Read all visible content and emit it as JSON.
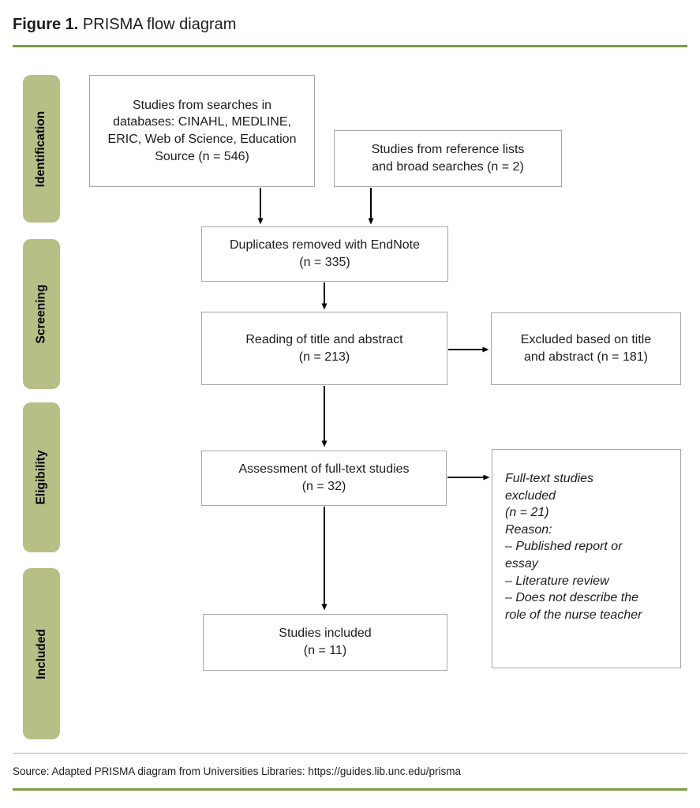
{
  "figure": {
    "caption_bold": "Figure 1.",
    "caption_rest": " PRISMA flow diagram"
  },
  "sidebar": {
    "stages": [
      {
        "label": "Identification"
      },
      {
        "label": "Screening"
      },
      {
        "label": "Eligibility"
      },
      {
        "label": "Included"
      }
    ]
  },
  "flow": {
    "boxes": {
      "searches": {
        "text": "Studies from searches in\ndatabases: CINAHL, MEDLINE,\nERIC, Web of Science, Education\nSource (n = 546)"
      },
      "reference": {
        "text": "Studies from reference lists\nand broad searches (n = 2)"
      },
      "duplicates": {
        "text": "Duplicates removed with EndNote\n(n = 335)"
      },
      "reading": {
        "text": "Reading of title and abstract\n(n = 213)"
      },
      "excluded_title": {
        "text": "Excluded based on title\nand abstract (n = 181)"
      },
      "assessment": {
        "text": "Assessment of full-text studies\n(n = 32)"
      },
      "fulltext_excluded": {
        "text": "Full-text studies\nexcluded\n(n = 21)\nReason:\n– Published report or\nessay\n– Literature review\n– Does not describe the\nrole of the nurse teacher"
      },
      "included": {
        "text": "Studies included\n(n = 11)"
      }
    }
  },
  "footer": {
    "source": "Source: Adapted PRISMA diagram from Universities Libraries: https://guides.lib.unc.edu/prisma"
  },
  "colors": {
    "accent-green": "#7d9b40",
    "stage-green": "#b7be86",
    "box-border": "#a6a6a6",
    "rule-gray": "#b3b3b3",
    "ink": "#1c1c1c"
  }
}
